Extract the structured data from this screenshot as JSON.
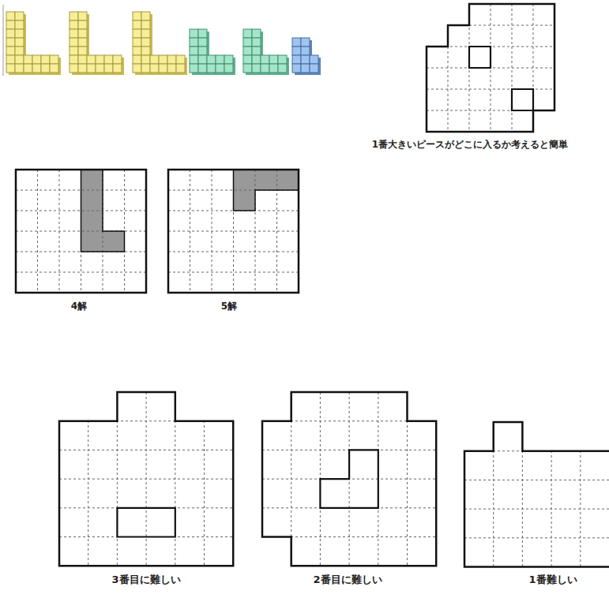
{
  "diagram": {
    "labels": [
      "1番大きいピースがどこに入るか考えると簡単",
      "4解",
      "5解",
      "3番目に難しい",
      "2番目に難しい",
      "1番難しい"
    ]
  }
}
